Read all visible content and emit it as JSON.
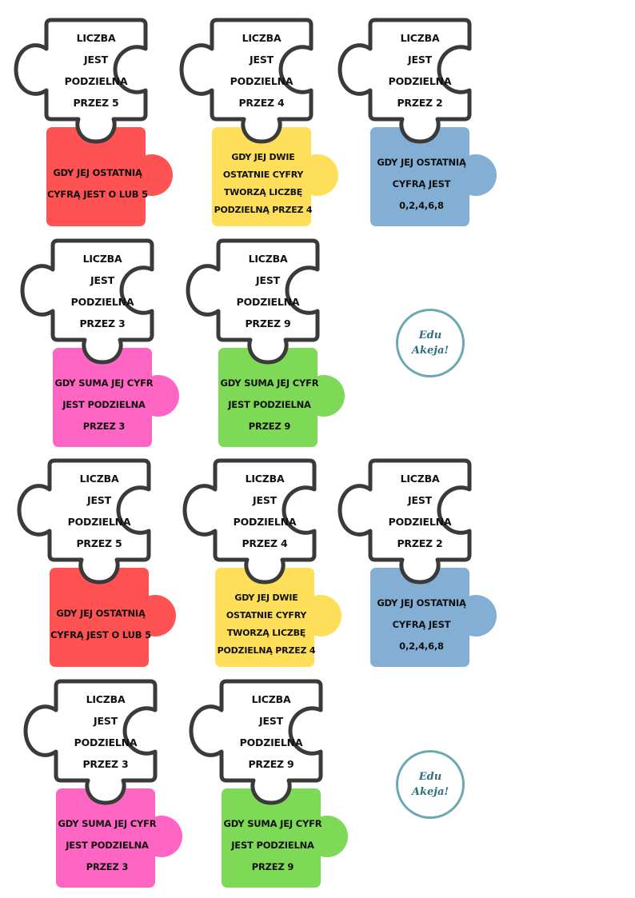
{
  "colors": {
    "question_fill": "#ffffff",
    "outline": "#3a3a3a",
    "red": "#ff5252",
    "yellow": "#ffdf5a",
    "blue": "#82afd3",
    "pink": "#ff66c4",
    "green": "#7ed957",
    "logo": "#6ba8b1"
  },
  "logo": {
    "line1": "Edu",
    "line2": "Akeja!"
  },
  "pieces": [
    {
      "question": [
        "LICZBA",
        "JEST",
        "PODZIELNA",
        "PRZEZ 5"
      ],
      "answer": [
        "GDY JEJ OSTATNIĄ",
        "CYFRĄ JEST O LUB 5"
      ],
      "color": "red"
    },
    {
      "question": [
        "LICZBA",
        "JEST",
        "PODZIELNA",
        "PRZEZ 4"
      ],
      "answer": [
        "GDY JEJ DWIE",
        "OSTATNIE CYFRY",
        "TWORZĄ LICZBĘ",
        "PODZIELNĄ PRZEZ 4"
      ],
      "color": "yellow"
    },
    {
      "question": [
        "LICZBA",
        "JEST",
        "PODZIELNA",
        "PRZEZ 2"
      ],
      "answer": [
        "GDY JEJ OSTATNIĄ",
        "CYFRĄ JEST",
        "0,2,4,6,8"
      ],
      "color": "blue"
    },
    {
      "question": [
        "LICZBA",
        "JEST",
        "PODZIELNA",
        "PRZEZ 3"
      ],
      "answer": [
        "GDY SUMA JEJ CYFR",
        "JEST PODZIELNA",
        "PRZEZ 3"
      ],
      "color": "pink"
    },
    {
      "question": [
        "LICZBA",
        "JEST",
        "PODZIELNA",
        "PRZEZ 9"
      ],
      "answer": [
        "GDY SUMA JEJ CYFR",
        "JEST PODZIELNA",
        "PRZEZ 9"
      ],
      "color": "green"
    },
    {
      "question": [
        "LICZBA",
        "JEST",
        "PODZIELNA",
        "PRZEZ 5"
      ],
      "answer": [
        "GDY JEJ OSTATNIĄ",
        "CYFRĄ JEST O LUB 5"
      ],
      "color": "red"
    },
    {
      "question": [
        "LICZBA",
        "JEST",
        "PODZIELNA",
        "PRZEZ 4"
      ],
      "answer": [
        "GDY JEJ DWIE",
        "OSTATNIE CYFRY",
        "TWORZĄ LICZBĘ",
        "PODZIELNĄ PRZEZ 4"
      ],
      "color": "yellow"
    },
    {
      "question": [
        "LICZBA",
        "JEST",
        "PODZIELNA",
        "PRZEZ 2"
      ],
      "answer": [
        "GDY JEJ OSTATNIĄ",
        "CYFRĄ JEST",
        "0,2,4,6,8"
      ],
      "color": "blue"
    },
    {
      "question": [
        "LICZBA",
        "JEST",
        "PODZIELNA",
        "PRZEZ 3"
      ],
      "answer": [
        "GDY SUMA JEJ CYFR",
        "JEST PODZIELNA",
        "PRZEZ 3"
      ],
      "color": "pink"
    },
    {
      "question": [
        "LICZBA",
        "JEST",
        "PODZIELNA",
        "PRZEZ 9"
      ],
      "answer": [
        "GDY SUMA JEJ CYFR",
        "JEST PODZIELNA",
        "PRZEZ 9"
      ],
      "color": "green"
    }
  ]
}
